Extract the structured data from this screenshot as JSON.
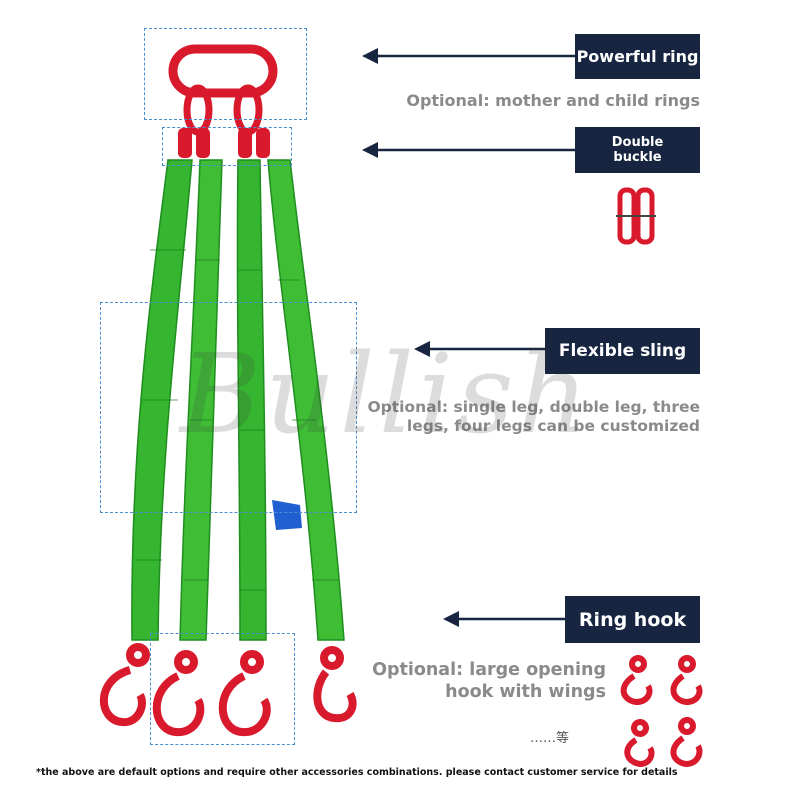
{
  "labels": {
    "powerful_ring": "Powerful ring",
    "double_buckle": "Double\nbuckle",
    "flexible_sling": "Flexible sling",
    "ring_hook": "Ring hook"
  },
  "options": {
    "ring": "Optional: mother and child rings",
    "sling": "Optional: single leg, double leg, three\nlegs, four legs can be customized",
    "hook": "Optional: large opening\nhook with wings"
  },
  "etc": "……等",
  "watermark": "Bullish",
  "footnote": "*the above are default options and require other accessories combinations. please contact customer service for details",
  "colors": {
    "label_bg": "#172540",
    "sling_green": "#2fb52a",
    "hardware_red": "#e0182a",
    "dash_blue": "#4a8fd0"
  }
}
